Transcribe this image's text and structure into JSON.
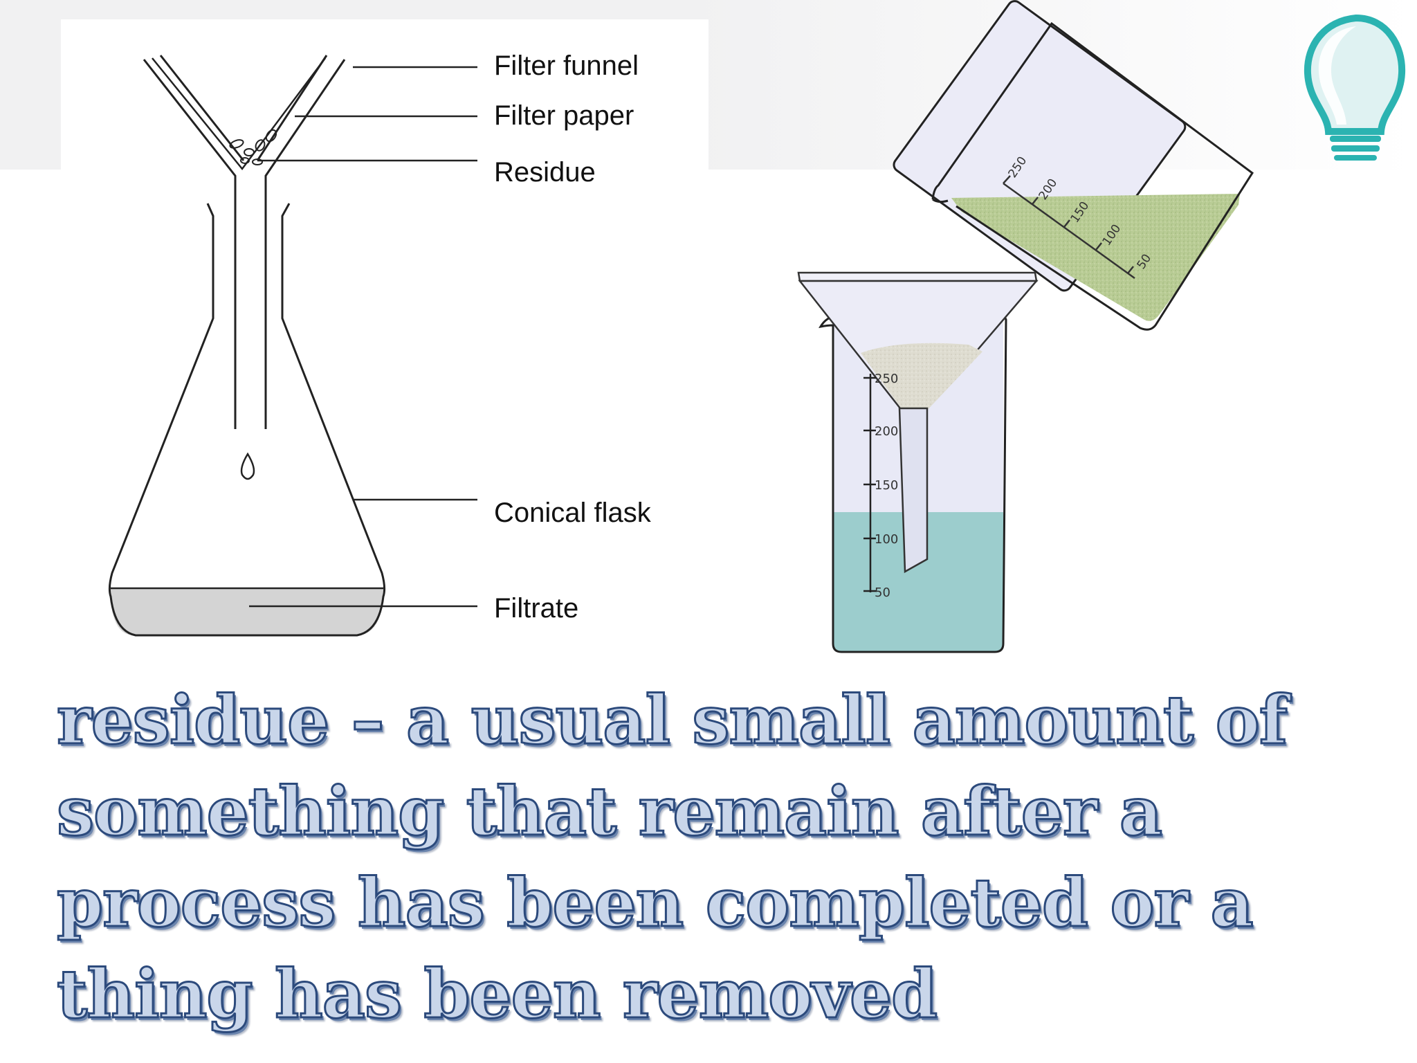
{
  "flask_diagram": {
    "labels": {
      "filter_funnel": "Filter funnel",
      "filter_paper": "Filter paper",
      "residue": "Residue",
      "conical_flask": "Conical flask",
      "filtrate": "Filtrate"
    }
  },
  "beaker_diagram": {
    "tilted_beaker_scale": [
      "250",
      "200",
      "150",
      "100",
      "50"
    ],
    "receiving_beaker_scale": [
      "250",
      "200",
      "150",
      "100",
      "50"
    ],
    "colors": {
      "sediment_liquid": "#b9cc95",
      "filtrate_liquid": "#9ccdcd",
      "glass": "#e8e9f6"
    }
  },
  "logo": {
    "icon": "lightbulb-icon",
    "color": "#2bb3b1"
  },
  "definition": "residue – a usual small amount of something that remain after a process has been completed or a thing has been removed"
}
